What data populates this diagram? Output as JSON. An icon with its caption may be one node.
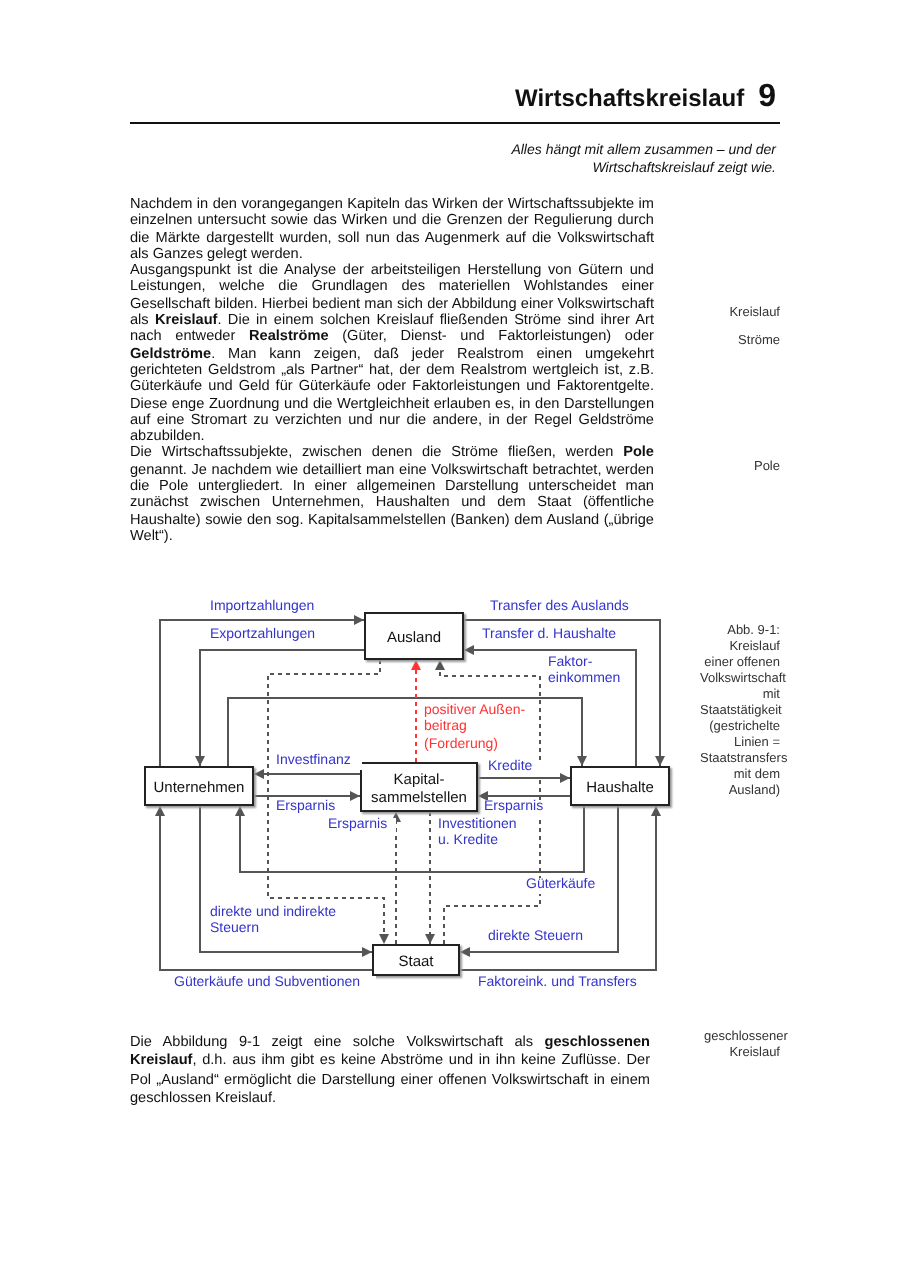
{
  "diagram": {
    "title": "Wirtschaftskreislauf",
    "caption": "Abb. 9-1: Kreislauf einer offenen Volkswirtschaft mit Staatstätigkeit (gestrichelte Linien = Staatstransfers mit dem Ausland)",
    "nodes": [
      {
        "text": [
          "Ausland"
        ]
      },
      {
        "text": [
          "Unternehmen"
        ]
      },
      {
        "text": [
          "Kapital- sammelstellen"
        ]
      },
      {
        "text": [
          "Haushalte"
        ]
      },
      {
        "text": [
          "Staat"
        ]
      }
    ],
    "edges": [
      {
        "from": 1,
        "to": 0,
        "arrow": "to",
        "label": "Importzahlungen"
      },
      {
        "from": 0,
        "to": 1,
        "arrow": "to",
        "label": "Exportzahlungen"
      },
      {
        "from": 0,
        "to": 3,
        "arrow": "to",
        "label": "Transfer des Auslands"
      },
      {
        "from": 3,
        "to": 0,
        "arrow": "to",
        "label": "Transfer d. Haushalte"
      },
      {
        "from": 1,
        "to": 3,
        "arrow": "to",
        "label": "Faktor- einkommen"
      },
      {
        "from": 3,
        "to": 1,
        "arrow": "to",
        "label": "Güterkäufe"
      },
      {
        "from": 2,
        "to": 1,
        "arrow": "to",
        "label": "Investfinanz"
      },
      {
        "from": 1,
        "to": 2,
        "arrow": "to",
        "label": "Ersparnis"
      },
      {
        "from": 2,
        "to": 3,
        "arrow": "to",
        "label": "Kredite"
      },
      {
        "from": 3,
        "to": 2,
        "arrow": "to",
        "label": "Ersparnis"
      },
      {
        "from": 4,
        "to": 2,
        "arrow": "to",
        "label": "Ersparnis",
        "style": "dashed"
      },
      {
        "from": 2,
        "to": 4,
        "arrow": "to",
        "label": "Investitionen u. Kredite",
        "style": "dashed"
      },
      {
        "from": 2,
        "to": 0,
        "arrow": "to",
        "label": "positiver Außen- beitrag (Forderung)",
        "style": "dashed",
        "color": "#ff3333"
      },
      {
        "from": 0,
        "to": 4,
        "arrow": "to",
        "style": "dashed"
      },
      {
        "from": 4,
        "to": 0,
        "arrow": "to",
        "style": "dashed"
      },
      {
        "from": 1,
        "to": 4,
        "arrow": "to",
        "label": "direkte und indirekte Steuern"
      },
      {
        "from": 4,
        "to": 1,
        "arrow": "to",
        "label": "Güterkäufe und Subventionen"
      },
      {
        "from": 3,
        "to": 4,
        "arrow": "to",
        "label": "direkte Steuern"
      },
      {
        "from": 4,
        "to": 3,
        "arrow": "to",
        "label": "Faktoreink. und Transfers"
      }
    ],
    "labels": [
      "9",
      "Alles hängt mit allem zusammen – und der Wirtschaftskreislauf zeigt wie.",
      "Nachdem in den vorangegangen Kapiteln das Wirken der Wirtschaftssubjekte im einzelnen untersucht sowie das Wirken und die Grenzen der Regulierung durch die Märkte dargestellt wurden, soll nun das Augenmerk auf die Volkswirtschaft als Ganzes gelegt werden.",
      "Ausgangspunkt ist die Analyse der arbeitsteiligen Herstellung von Gütern und Leistungen, welche die Grundlagen des materiellen Wohlstandes einer Gesellschaft bilden. Hierbei bedient man sich der Abbildung einer Volkswirtschaft als **Kreislauf**. Die in einem solchen Kreislauf fließenden Ströme sind ihrer Art nach entweder **Realströme** (Güter, Dienst- und Faktorleistungen) oder **Geldströme**. Man kann zeigen, daß jeder Realstrom einen umgekehrt gerichteten Geldstrom „als Partner“ hat, der dem Realstrom wertgleich ist, z.B. Güterkäufe und Geld für Güterkäufe oder Faktorleistungen und Faktorentgelte. Diese enge Zuordnung und die Wertgleichheit erlauben es, in den Darstellungen auf eine Stromart zu verzichten und nur die andere, in der Regel Geldströme abzubilden.",
      "Kreislauf",
      "Ströme",
      "Die Wirtschaftssubjekte, zwischen denen die Ströme fließen, werden **Pole** genannt. Je nachdem wie detailliert man eine Volkswirtschaft betrachtet, werden die Pole untergliedert. In einer allgemeinen Darstellung unterscheidet man zunächst zwischen Unternehmen, Haushalten und dem Staat (öffentliche Haushalte) sowie den sog. Kapitalsammelstellen (Banken) dem Ausland („übrige Welt“).",
      "Pole",
      "Die Abbildung 9-1 zeigt eine solche Volkswirtschaft als **geschlossenen Kreislauf**, d.h. aus ihm gibt es keine Abströme und in ihn keine Zuflüsse. Der Pol „Ausland“ ermöglicht die Darstellung einer offenen Volkswirtschaft in einem geschlossen Kreislauf.",
      "geschlossener Kreislauf"
    ]
  }
}
